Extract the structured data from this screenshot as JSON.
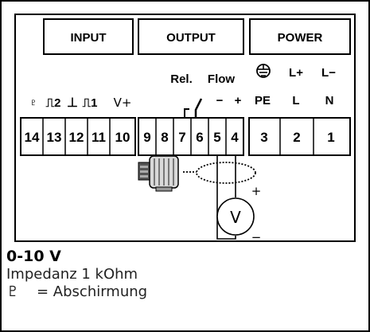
{
  "headers": {
    "input": "INPUT",
    "output": "OUTPUT",
    "power": "POWER"
  },
  "input_symbols": {
    "shield": "♇",
    "sig2": "⎍2",
    "ground": "⊥",
    "sig1": "⎍1",
    "vplus": "V+"
  },
  "output_labels": {
    "relay": "Rel.",
    "flow": "Flow",
    "minus": "−",
    "plus": "+"
  },
  "power_labels": {
    "earth_symbol": "⏚",
    "pe": "PE",
    "lplus": "L+",
    "l": "L",
    "lminus": "L−",
    "n": "N"
  },
  "terminals": {
    "input": [
      "14",
      "13",
      "12",
      "11",
      "10"
    ],
    "output": [
      "9",
      "8",
      "7",
      "6",
      "5",
      "4"
    ],
    "power": [
      "3",
      "2",
      "1"
    ]
  },
  "meter": {
    "symbol": "V",
    "plus": "+",
    "minus": "−"
  },
  "caption": {
    "title": "0-10 V",
    "impedance": "Impedanz 1 kOhm",
    "shield_symbol": "♇",
    "shield_text": "= Abschirmung"
  }
}
